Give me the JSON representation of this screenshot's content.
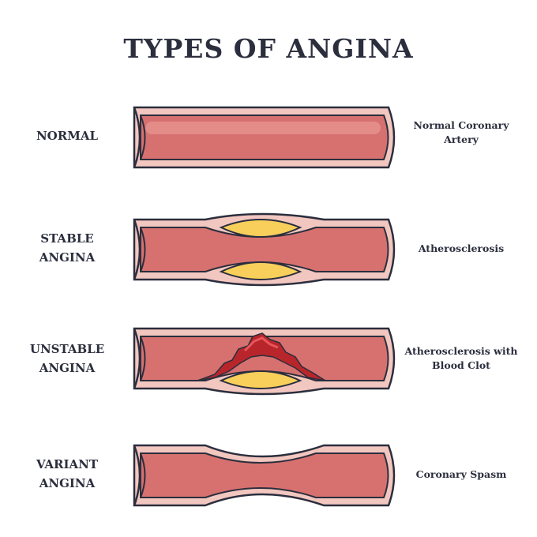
{
  "title": "TYPES OF ANGINA",
  "rows": [
    {
      "left": "NORMAL",
      "right": "Normal Coronary Artery"
    },
    {
      "left": "STABLE ANGINA",
      "right": "Atherosclerosis"
    },
    {
      "left": "UNSTABLE ANGINA",
      "right": "Atherosclerosis with Blood Clot"
    },
    {
      "left": "VARIANT ANGINA",
      "right": "Coronary Spasm"
    }
  ],
  "colors": {
    "artery_wall": "#f2c7c0",
    "lumen": "#d6716f",
    "lumen_highlight": "#ec9f98",
    "plaque": "#f7cf5a",
    "clot": "#b8262b",
    "outline": "#2b2e3d"
  }
}
